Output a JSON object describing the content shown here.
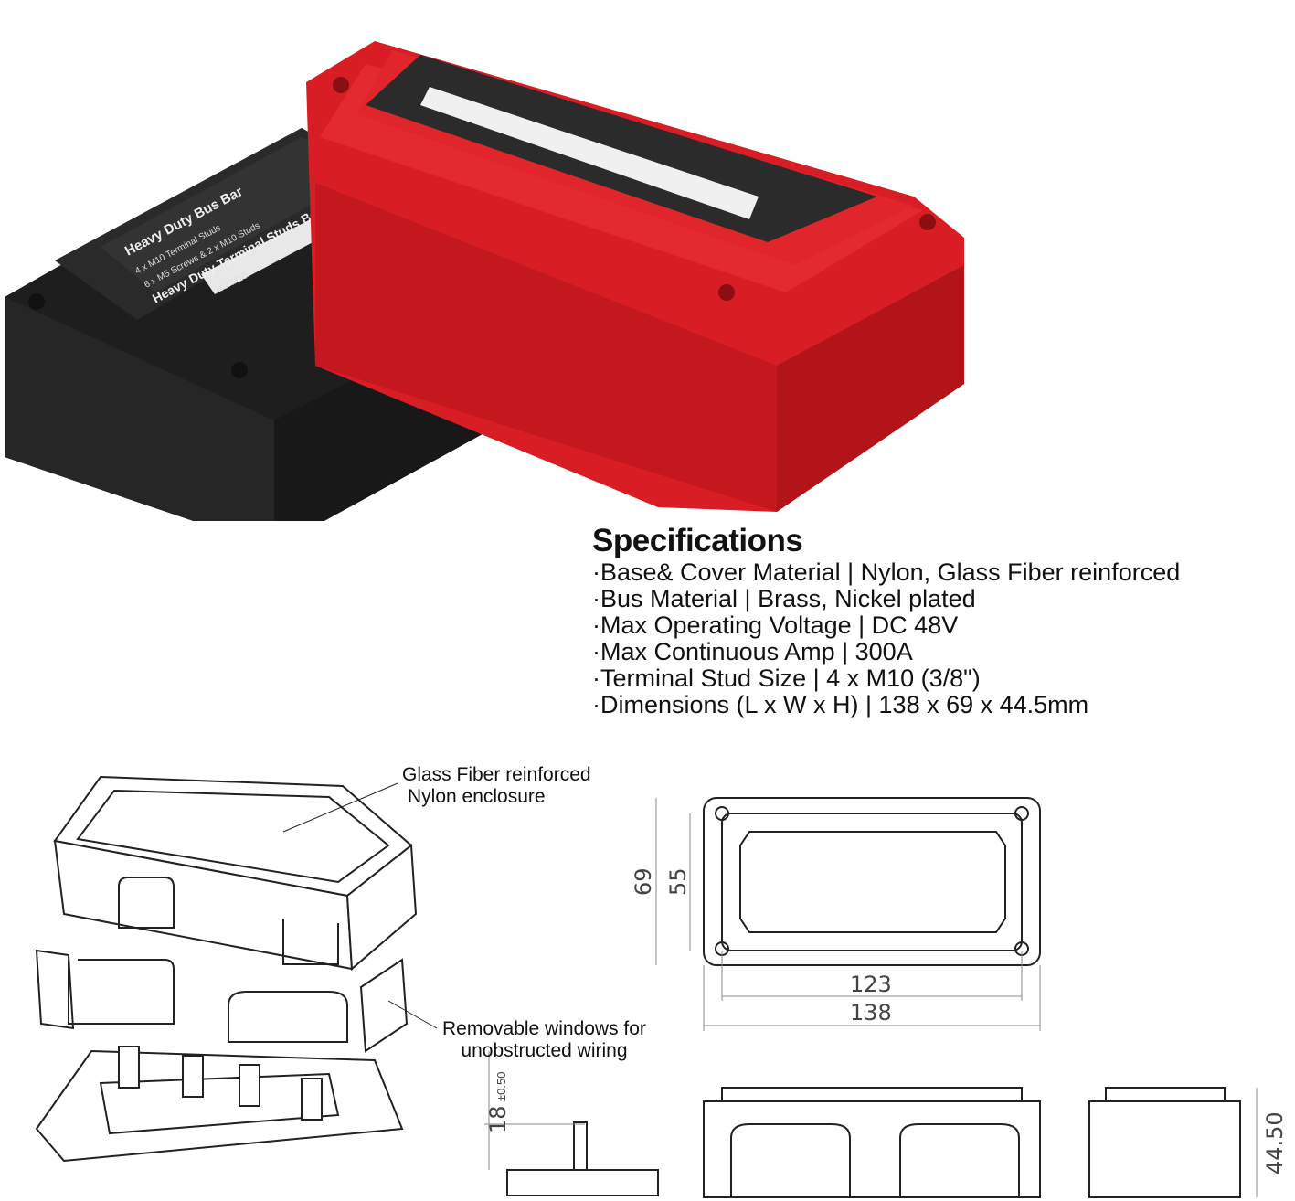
{
  "product_labels": {
    "title": "Heavy Duty Bus Bar",
    "line1": "4 x M10 Terminal Studs",
    "line2": "6 x M5 Screws & 2 x M10 Studs",
    "title2": "Heavy Duty Terminal Studs Box",
    "line3": "4 x M10"
  },
  "colors": {
    "red_box": "#d81e24",
    "black_box": "#232323",
    "label": "#2b2b2b"
  },
  "specs": {
    "title": "Specifications",
    "items": [
      "·Base& Cover Material | Nylon, Glass Fiber reinforced",
      "·Bus Material | Brass, Nickel plated",
      "·Max Operating Voltage | DC 48V",
      "·Max Continuous Amp | 300A",
      "·Terminal Stud Size | 4 x M10 (3/8\")",
      "·Dimensions (L x W x H) | 138 x 69 x 44.5mm"
    ]
  },
  "diagram": {
    "callout_enclosure": [
      "Glass Fiber reinforced",
      "Nylon enclosure"
    ],
    "callout_windows": [
      "Removable windows for",
      "unobstructed wiring"
    ],
    "dims": {
      "width_outer": "69",
      "width_inner": "55",
      "length_inner": "123",
      "length_outer": "138",
      "stud_height": "18",
      "stud_tol": "±0.50",
      "height": "44.50"
    }
  }
}
